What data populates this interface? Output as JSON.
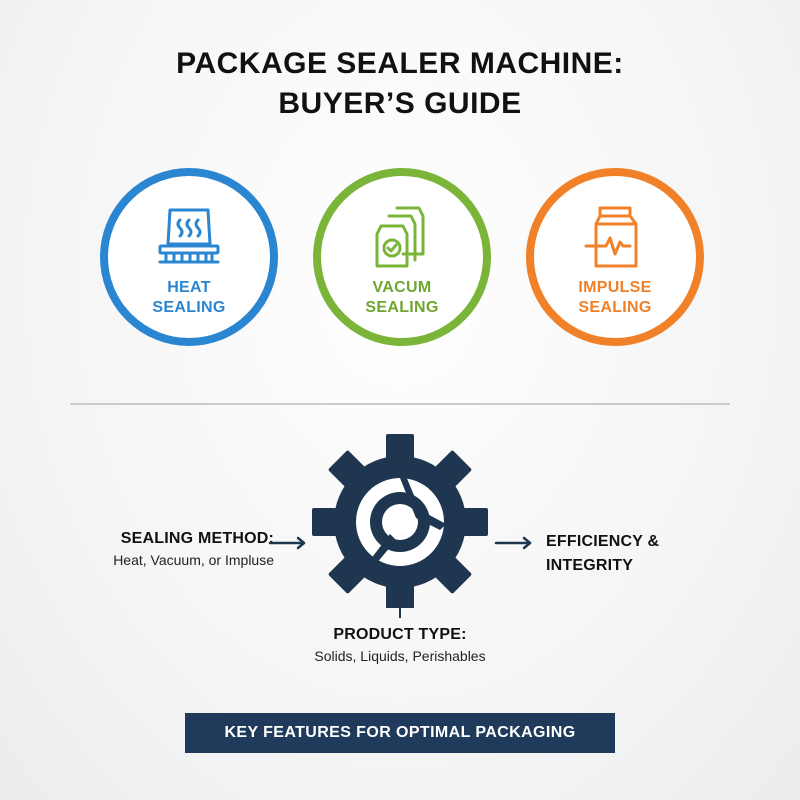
{
  "title": {
    "line1": "PACKAGE SEALER MACHINE:",
    "line2": "BUYER’S GUIDE"
  },
  "methods": [
    {
      "line1": "HEAT",
      "line2": "SEALING",
      "color": "#2b86d1",
      "icon": "heat-sealer-icon"
    },
    {
      "line1": "VACUM",
      "line2": "SEALING",
      "color": "#7ab53a",
      "icon": "vacuum-bags-icon"
    },
    {
      "line1": "IMPULSE",
      "line2": "SEALING",
      "color": "#f08129",
      "icon": "impulse-bag-icon"
    }
  ],
  "factors": {
    "sealing_method": {
      "heading": "SEALING METHOD:",
      "detail": "Heat, Vacuum, or Impluse"
    },
    "product_type": {
      "heading": "PRODUCT TYPE:",
      "detail": "Solids, Liquids, Perishables"
    },
    "result": {
      "line1": "EFFICIENCY &",
      "line2": "INTEGRITY"
    }
  },
  "banner": "KEY FEATURES FOR OPTIMAL PACKAGING",
  "colors": {
    "dark_navy": "#1f3650",
    "blue": "#2b86d1",
    "green": "#7ab53a",
    "orange": "#f08129"
  }
}
